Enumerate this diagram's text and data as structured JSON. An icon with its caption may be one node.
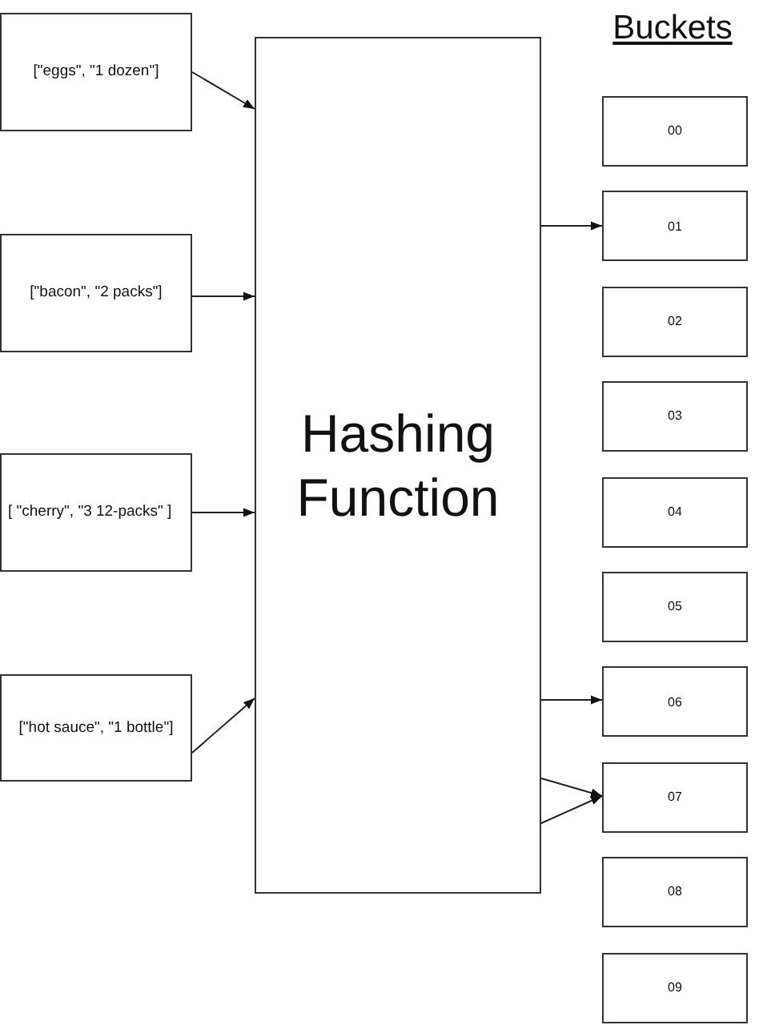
{
  "diagram": {
    "title": "Buckets",
    "nodes": [
      {
        "text": [
          "[\"eggs\", \"1 dozen\"]"
        ]
      },
      {
        "text": [
          "[\"bacon\", \"2 packs\"]"
        ]
      },
      {
        "text": [
          "[ \"cherry\", \"3 12-packs\" ]"
        ]
      },
      {
        "text": [
          "[\"hot sauce\", \"1 bottle\"]"
        ]
      },
      {
        "text": [
          "Hashing Function"
        ]
      },
      {
        "text": [
          "00"
        ]
      },
      {
        "text": [
          "01"
        ]
      },
      {
        "text": [
          "02"
        ]
      },
      {
        "text": [
          "03"
        ]
      },
      {
        "text": [
          "04"
        ]
      },
      {
        "text": [
          "05"
        ]
      },
      {
        "text": [
          "06"
        ]
      },
      {
        "text": [
          "07"
        ]
      },
      {
        "text": [
          "08"
        ]
      },
      {
        "text": [
          "09"
        ]
      }
    ],
    "edges": [
      {
        "from": 0,
        "to": 4,
        "arrow": "to"
      },
      {
        "from": 1,
        "to": 4,
        "arrow": "to"
      },
      {
        "from": 2,
        "to": 4,
        "arrow": "to"
      },
      {
        "from": 3,
        "to": 4,
        "arrow": "to"
      },
      {
        "from": 4,
        "to": 6,
        "arrow": "to"
      },
      {
        "from": 4,
        "to": 11,
        "arrow": "to"
      },
      {
        "from": 4,
        "to": 12,
        "arrow": "to"
      },
      {
        "from": 4,
        "to": 12,
        "arrow": "to"
      }
    ]
  }
}
